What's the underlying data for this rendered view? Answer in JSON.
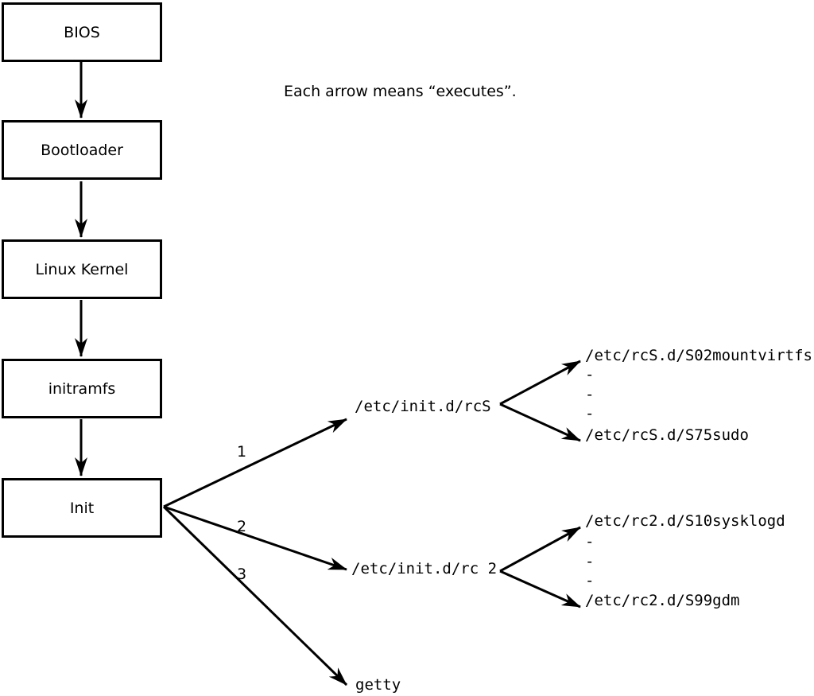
{
  "note": "Each arrow means “executes”.",
  "colors": {
    "stroke": "#000000",
    "background": "#ffffff",
    "text": "#000000"
  },
  "boot_chain": {
    "boxes": [
      {
        "label": "BIOS"
      },
      {
        "label": "Bootloader"
      },
      {
        "label": "Linux Kernel"
      },
      {
        "label": "initramfs"
      },
      {
        "label": "Init"
      }
    ]
  },
  "init_branches": [
    {
      "order": "1",
      "target": "/etc/init.d/rcS",
      "children": [
        "/etc/rcS.d/S02mountvirtfs",
        "-",
        "-",
        "-",
        "/etc/rcS.d/S75sudo"
      ]
    },
    {
      "order": "2",
      "target": "/etc/init.d/rc 2",
      "children": [
        "/etc/rc2.d/S10sysklogd",
        "-",
        "-",
        "-",
        "/etc/rc2.d/S99gdm"
      ]
    },
    {
      "order": "3",
      "target": "getty",
      "children": []
    }
  ]
}
